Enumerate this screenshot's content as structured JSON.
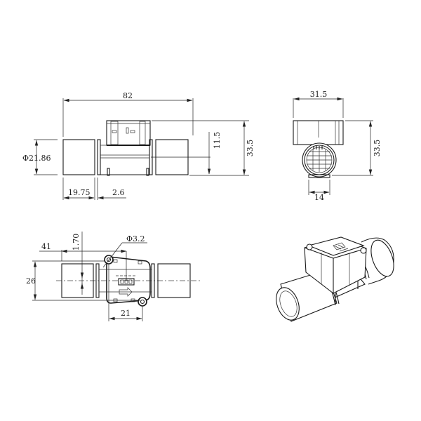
{
  "drawing": {
    "views": {
      "front": {
        "overall_length": "82",
        "pipe_diameter": "Φ21.86",
        "pipe_end_length": "19.75",
        "flange_gap": "2.6",
        "center_to_top": "11.5",
        "overall_height": "33.5"
      },
      "side": {
        "width": "31.5",
        "height": "33.5",
        "base_width": "14"
      },
      "top": {
        "offset_41": "41",
        "offset_1_70": "1.70",
        "hole_diameter": "Φ3.2",
        "width": "26",
        "hole_spacing": "21"
      },
      "isometric": {
        "label": ""
      }
    },
    "colors": {
      "line": "#1a1a1a",
      "background": "#ffffff"
    }
  }
}
